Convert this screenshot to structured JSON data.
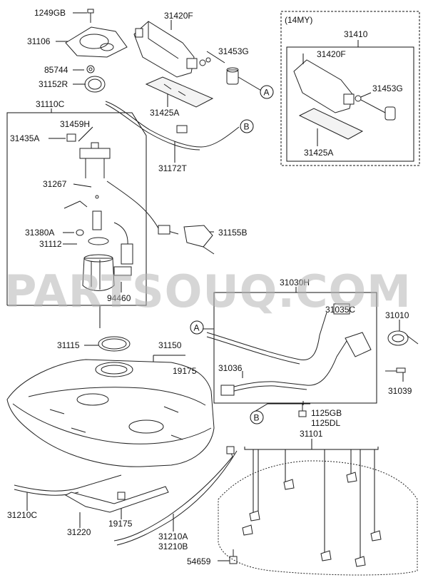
{
  "title": "",
  "watermark": "PARTSOUQ.COM",
  "variant_box_label": "(14MY)",
  "circle_refs": {
    "a": "A",
    "b": "B"
  },
  "labels": {
    "p1249GB": "1249GB",
    "p31106": "31106",
    "p85744": "85744",
    "p31152R": "31152R",
    "p31110C": "31110C",
    "p31459H": "31459H",
    "p31435A": "31435A",
    "p31267": "31267",
    "p31380A": "31380A",
    "p31112": "31112",
    "p94460": "94460",
    "p31420F": "31420F",
    "p31453G": "31453G",
    "p31425A": "31425A",
    "p31172T": "31172T",
    "p31155B": "31155B",
    "p31410": "31410",
    "p31420F_b": "31420F",
    "p31453G_b": "31453G",
    "p31425A_b": "31425A",
    "p31030H": "31030H",
    "p31035C": "31035C",
    "p31010": "31010",
    "p31036": "31036",
    "p31039": "31039",
    "p1125GB": "1125GB",
    "p1125DL": "1125DL",
    "p31115": "31115",
    "p31150": "31150",
    "p19175_a": "19175",
    "p31101": "31101",
    "p31210C": "31210C",
    "p31220": "31220",
    "p19175_b": "19175",
    "p31210A": "31210A",
    "p31210B": "31210B",
    "p54659": "54659"
  }
}
